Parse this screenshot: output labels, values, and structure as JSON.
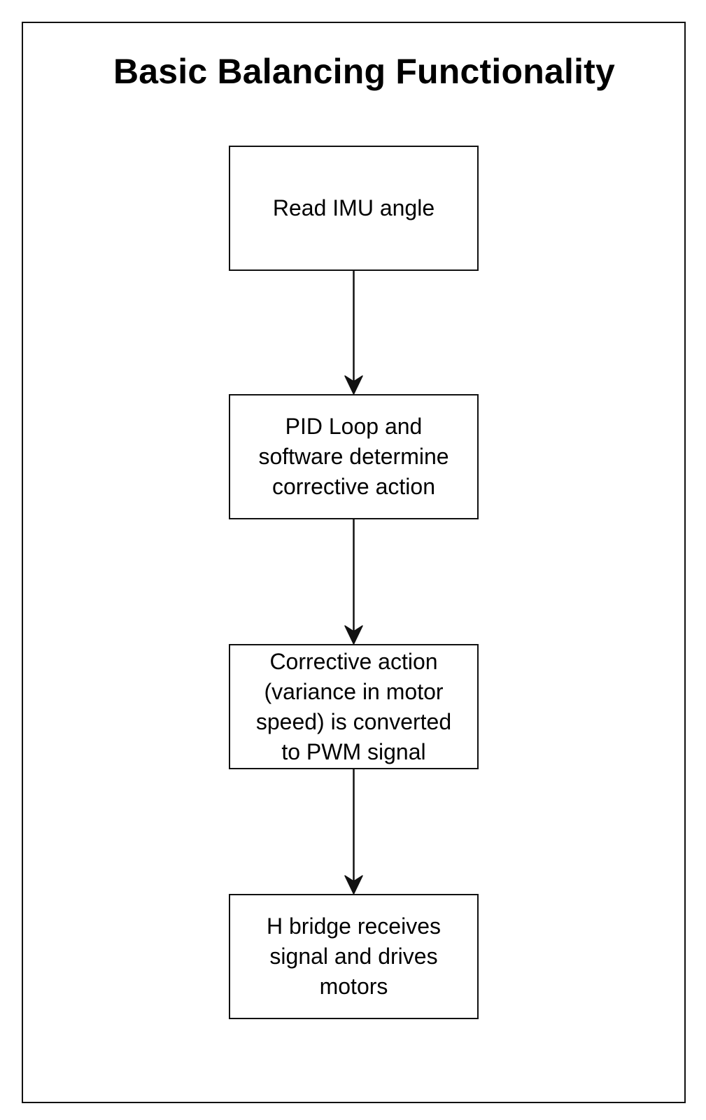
{
  "diagram": {
    "title": "Basic Balancing Functionality",
    "nodes": [
      {
        "id": "node-1",
        "label": "Read IMU angle"
      },
      {
        "id": "node-2",
        "label": "PID Loop and\nsoftware determine\ncorrective action"
      },
      {
        "id": "node-3",
        "label": "Corrective action\n(variance in motor\nspeed) is converted\nto PWM signal"
      },
      {
        "id": "node-4",
        "label": "H bridge receives\nsignal and drives\nmotors"
      }
    ],
    "edges": [
      {
        "from": "node-1",
        "to": "node-2"
      },
      {
        "from": "node-2",
        "to": "node-3"
      },
      {
        "from": "node-3",
        "to": "node-4"
      }
    ],
    "colors": {
      "stroke": "#111111",
      "background": "#ffffff"
    }
  }
}
